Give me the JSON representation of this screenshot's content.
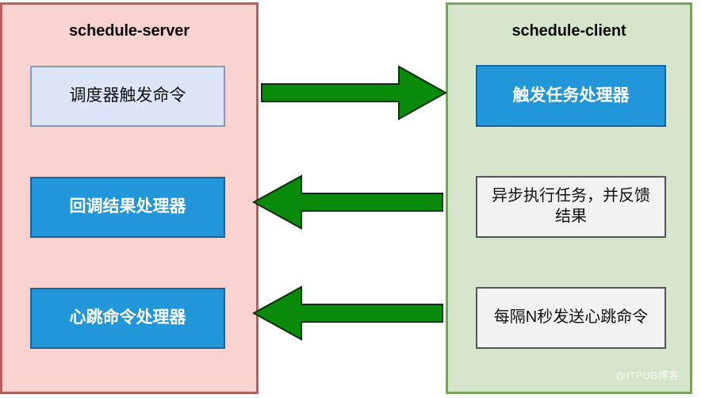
{
  "diagram": {
    "title_left": "schedule-server",
    "title_right": "schedule-client",
    "watermark": "@ITPUB博客",
    "colors": {
      "server_panel_fill": "#f7d2cf",
      "server_panel_border": "#b5605c",
      "client_panel_fill": "#d5e5cb",
      "client_panel_border": "#7aa45e",
      "box_lightblue_fill": "#dce6f7",
      "box_lightblue_border": "#8098c0",
      "box_blue_fill": "#2196d9",
      "box_blue_border": "#1264a3",
      "box_gray_fill": "#f2f2f2",
      "box_gray_border": "#555555",
      "arrow_fill": "#0a8a0a",
      "arrow_stroke": "#0a2f0a",
      "canvas_background": "#ffffff"
    }
  },
  "server": {
    "boxes": [
      {
        "id": "dispatch-command",
        "label": "调度器触发命令",
        "style": "light-blue",
        "row": 1
      },
      {
        "id": "callback-result",
        "label": "回调结果处理器",
        "style": "blue",
        "row": 2
      },
      {
        "id": "heartbeat-handler",
        "label": "心跳命令处理器",
        "style": "blue",
        "row": 3
      }
    ]
  },
  "client": {
    "boxes": [
      {
        "id": "trigger-task",
        "label": "触发任务处理器",
        "style": "blue",
        "row": 1
      },
      {
        "id": "async-execute",
        "label": "异步执行任务，并反馈结果",
        "style": "gray",
        "row": 2
      },
      {
        "id": "heartbeat-send",
        "label": "每隔N秒发送心跳命令",
        "style": "gray",
        "row": 3
      }
    ]
  },
  "arrows": [
    {
      "id": "server-to-client",
      "direction": "right",
      "from": "dispatch-command",
      "to": "trigger-task",
      "row": 1
    },
    {
      "id": "result-to-server",
      "direction": "left",
      "from": "async-execute",
      "to": "callback-result",
      "row": 2
    },
    {
      "id": "heartbeat-to-server",
      "direction": "left",
      "from": "heartbeat-send",
      "to": "heartbeat-handler",
      "row": 3
    }
  ]
}
